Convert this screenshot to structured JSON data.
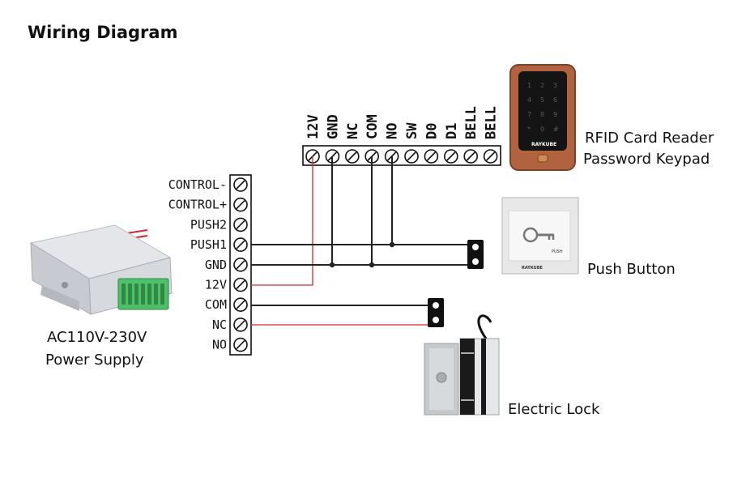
{
  "title": "Wiring Diagram",
  "controller_terminals": [
    "CONTROL-",
    "CONTROL+",
    "PUSH2",
    "PUSH1",
    "GND",
    "12V",
    "COM",
    "NC",
    "NO"
  ],
  "reader_terminals": [
    "12V",
    "GND",
    "NC",
    "COM",
    "NO",
    "SW",
    "D0",
    "D1",
    "BELL",
    "BELL"
  ],
  "devices": {
    "reader": {
      "label_line1": "RFID Card Reader",
      "label_line2": "Password Keypad",
      "brand": "RAYKUBE"
    },
    "push_button": {
      "label": "Push Button",
      "brand": "RAYKUBE",
      "text": "PUSH"
    },
    "lock": {
      "label": "Electric Lock"
    },
    "power_supply": {
      "label_line1": "AC110V-230V",
      "label_line2": "Power Supply"
    }
  },
  "colors": {
    "wire_red": "#d9262c",
    "wire_black": "#222222",
    "reader_body": "#b0633e",
    "terminal_green": "#4fbf6a"
  }
}
